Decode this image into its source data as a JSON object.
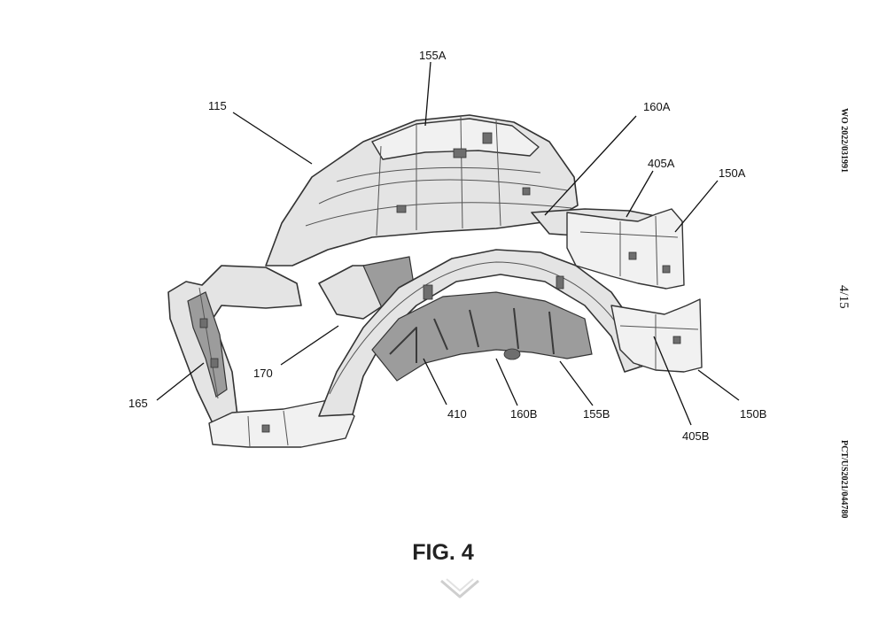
{
  "side_text": {
    "publication_number": "WO 2022/031991",
    "sheet": "4/15",
    "application_number": "PCT/US2021/044780"
  },
  "figure": {
    "caption": "FIG. 4",
    "reference_labels": {
      "r155A": "155A",
      "r115": "115",
      "r160A": "160A",
      "r405A": "405A",
      "r150A": "150A",
      "r170": "170",
      "r165": "165",
      "r410": "410",
      "r160B": "160B",
      "r155B": "155B",
      "r150B": "150B",
      "r405B": "405B"
    }
  },
  "controls": {
    "scroll_icon": "chevron-down-icon"
  }
}
